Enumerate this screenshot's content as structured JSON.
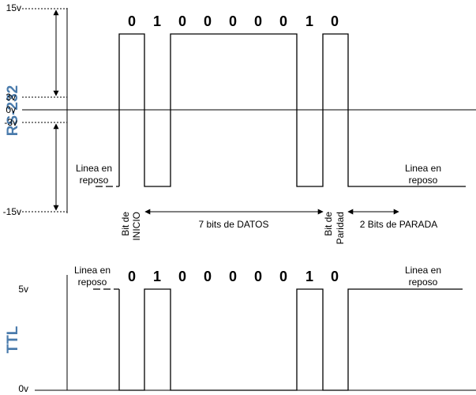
{
  "rs232": {
    "title": "RS-232",
    "levels": [
      "15v",
      "3v",
      "0v",
      "-3v",
      "-15v"
    ],
    "bits": [
      "0",
      "1",
      "0",
      "0",
      "0",
      "0",
      "0",
      "1",
      "0"
    ],
    "idle_left": [
      "Linea en",
      "reposo"
    ],
    "idle_right": [
      "Linea en",
      "reposo"
    ],
    "start_bit": [
      "Bit de",
      "INICIO"
    ],
    "data_bits": "7 bits de DATOS",
    "parity_bit": [
      "Bit de",
      "Paridad"
    ],
    "stop_bits": "2 Bits de PARADA"
  },
  "ttl": {
    "title": "TTL",
    "levels": [
      "5v",
      "0v"
    ],
    "bits": [
      "0",
      "1",
      "0",
      "0",
      "0",
      "0",
      "0",
      "1",
      "0"
    ],
    "idle_left": [
      "Linea en",
      "reposo"
    ],
    "idle_right": [
      "Linea en",
      "reposo"
    ]
  },
  "colors": {
    "title": "#4a7bac",
    "line": "#000000"
  }
}
